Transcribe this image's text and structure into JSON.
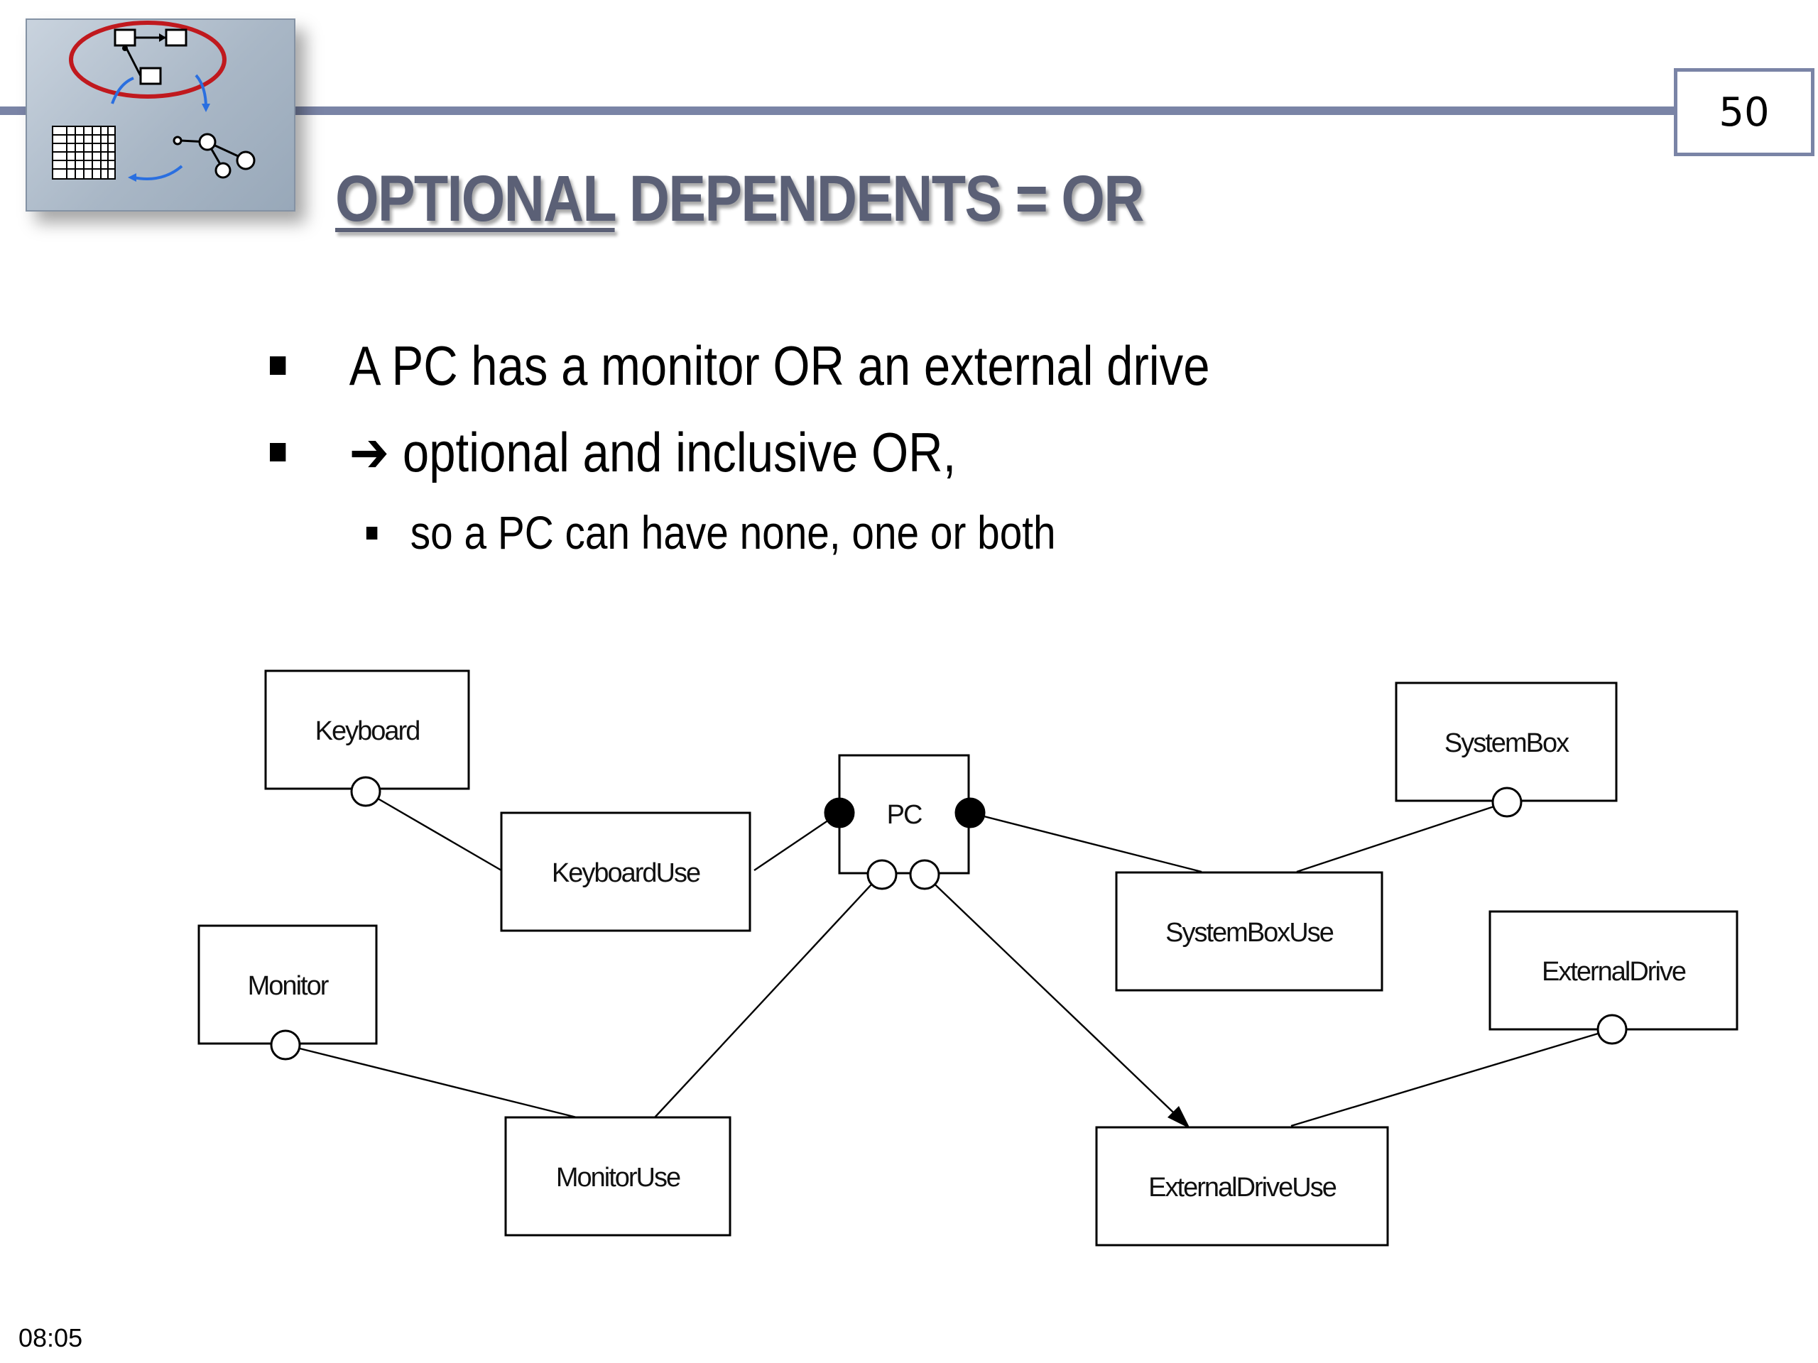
{
  "slide": {
    "page_number": "50",
    "title_underlined": "OPTIONAL",
    "title_rest": " DEPENDENTS = OR",
    "timestamp": "08:05",
    "colors": {
      "accent": "#7a84a6",
      "title": "#5b6076",
      "logo_ring": "#c0191e"
    }
  },
  "bullets": [
    {
      "text": "A PC has a monitor OR an external drive"
    },
    {
      "prefix": "➔",
      "text": "optional and inclusive OR,"
    }
  ],
  "subbullets": [
    {
      "text": "so a PC can have none, one or both"
    }
  ],
  "diagram": {
    "boxes": [
      {
        "id": "keyboard",
        "label": "Keyboard"
      },
      {
        "id": "keyboard-use",
        "label": "KeyboardUse"
      },
      {
        "id": "pc",
        "label": "PC"
      },
      {
        "id": "system-box",
        "label": "SystemBox"
      },
      {
        "id": "system-box-use",
        "label": "SystemBoxUse"
      },
      {
        "id": "monitor",
        "label": "Monitor"
      },
      {
        "id": "monitor-use",
        "label": "MonitorUse"
      },
      {
        "id": "external-drive",
        "label": "ExternalDrive"
      },
      {
        "id": "external-drive-use",
        "label": "ExternalDriveUse"
      }
    ]
  }
}
